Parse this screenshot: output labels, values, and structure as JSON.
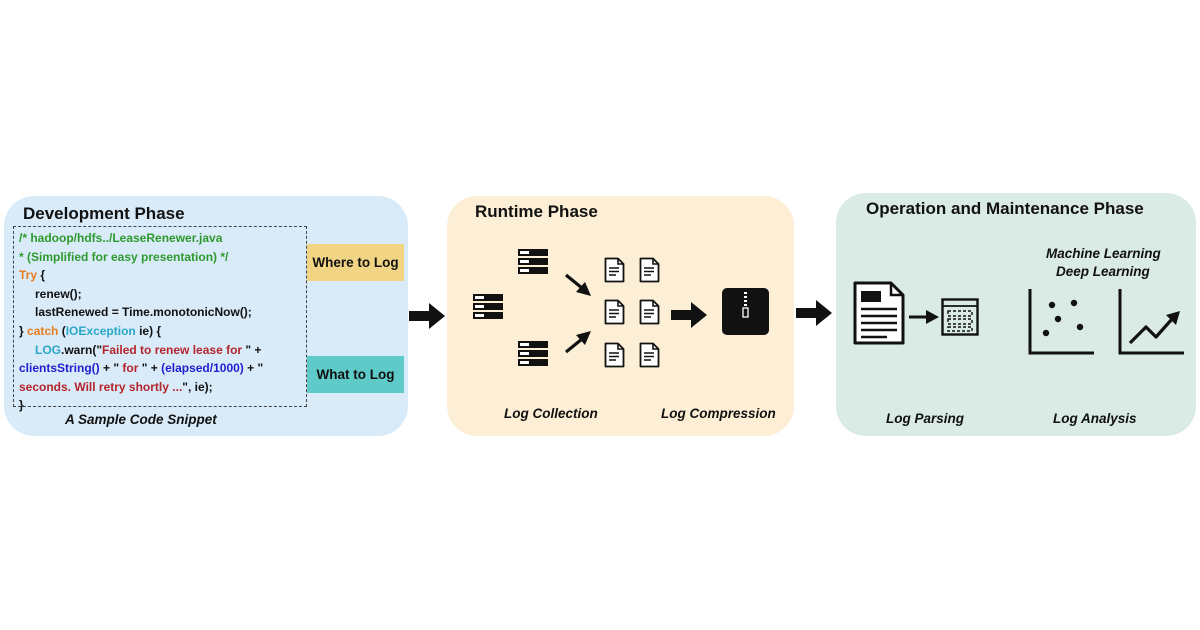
{
  "development": {
    "title": "Development Phase",
    "code_lines": [
      [
        {
          "t": "/* hadoop/hdfs../LeaseRenewer.java",
          "c": "green"
        }
      ],
      [
        {
          "t": "* (Simplified for easy presentation) */",
          "c": "green"
        }
      ],
      [
        {
          "t": "Try",
          "c": "orange"
        },
        {
          "t": " {",
          "c": "black"
        }
      ],
      [
        {
          "t": "renew();",
          "c": "black"
        }
      ],
      [
        {
          "t": "lastRenewed = Time.monotonicNow();",
          "c": "black"
        }
      ],
      [
        {
          "t": "} ",
          "c": "black"
        },
        {
          "t": "catch",
          "c": "orange"
        },
        {
          "t": " (",
          "c": "black"
        },
        {
          "t": "IOException",
          "c": "blue"
        },
        {
          "t": " ie) {",
          "c": "black"
        }
      ],
      [
        {
          "t": "LOG",
          "c": "blue"
        },
        {
          "t": ".warn(\"",
          "c": "black"
        },
        {
          "t": "Failed to renew lease for",
          "c": "red"
        },
        {
          "t": " \" +",
          "c": "black"
        }
      ],
      [
        {
          "t": "clientsString()",
          "c": "navy"
        },
        {
          "t": " + \" ",
          "c": "black"
        },
        {
          "t": "for",
          "c": "red"
        },
        {
          "t": " \" + ",
          "c": "black"
        },
        {
          "t": "(elapsed/1000)",
          "c": "navy"
        },
        {
          "t": " + \"",
          "c": "black"
        }
      ],
      [
        {
          "t": "seconds. Will retry shortly ...",
          "c": "red"
        },
        {
          "t": "\", ie);",
          "c": "black"
        }
      ],
      [
        {
          "t": "}",
          "c": "black"
        }
      ]
    ],
    "indented_lines": [
      3,
      4,
      6
    ],
    "where_to_log": "Where to Log",
    "what_to_log": "What to Log",
    "caption": "A Sample Code Snippet"
  },
  "runtime": {
    "title": "Runtime Phase",
    "log_collection": "Log Collection",
    "log_compression": "Log Compression"
  },
  "operation": {
    "title": "Operation and Maintenance Phase",
    "ml_line1": "Machine Learning",
    "ml_line2": "Deep Learning",
    "log_parsing": "Log Parsing",
    "log_analysis": "Log Analysis"
  },
  "icons": [
    "server-icon",
    "document-icon",
    "zip-archive-icon",
    "newspaper-icon",
    "table-icon",
    "scatter-plot-icon",
    "line-chart-icon",
    "arrow-right-icon"
  ]
}
